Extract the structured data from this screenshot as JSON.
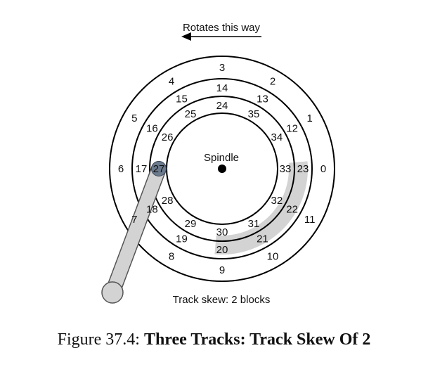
{
  "annotations": {
    "rotation_label": "Rotates this way",
    "spindle_label": "Spindle",
    "skew_label": "Track skew: 2 blocks"
  },
  "tracks": {
    "outer": [
      "0",
      "1",
      "2",
      "3",
      "4",
      "5",
      "6",
      "7",
      "8",
      "9",
      "10",
      "11"
    ],
    "middle": [
      "12",
      "13",
      "14",
      "15",
      "16",
      "17",
      "18",
      "19",
      "20",
      "21",
      "22",
      "23"
    ],
    "inner": [
      "24",
      "25",
      "26",
      "27",
      "28",
      "29",
      "30",
      "31",
      "32",
      "33",
      "34",
      "35"
    ]
  },
  "caption": {
    "prefix": "Figure 37.4: ",
    "title": "Three Tracks: Track Skew Of 2"
  },
  "colors": {
    "line": "#000000",
    "arm": "#d3d3d3",
    "arm_stroke": "#555555",
    "head": "#6b7a8c",
    "shaded_track": "#d3d3d3"
  }
}
